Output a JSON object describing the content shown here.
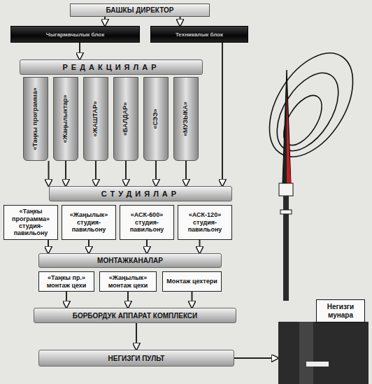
{
  "diagram": {
    "nodes": [
      {
        "text": [
          "БАШКЫ ДИРЕКТОР"
        ]
      },
      {
        "text": [
          "Чыгармачылык блок"
        ]
      },
      {
        "text": [
          "Техникалык блок"
        ]
      },
      {
        "text": [
          "РЕДАКЦИЯЛАР"
        ]
      },
      {
        "text": [
          "«Таңкы программа»"
        ]
      },
      {
        "text": [
          "«Жаңылыктар»"
        ]
      },
      {
        "text": [
          "«ЖАШТАР»"
        ]
      },
      {
        "text": [
          "«БАЛДАР»"
        ]
      },
      {
        "text": [
          "«СЭЭ»"
        ]
      },
      {
        "text": [
          "«МУЗЫКА»"
        ]
      },
      {
        "text": [
          "СТУДИЯЛАР"
        ]
      },
      {
        "text": [
          "«Таңкы программа» студия-павильону"
        ]
      },
      {
        "text": [
          "«Жаңылык» студия-павильону"
        ]
      },
      {
        "text": [
          "«АСК-600» студия-павильону"
        ]
      },
      {
        "text": [
          "«АСК-120» студия-павильону"
        ]
      },
      {
        "text": [
          "МОНТАЖКАНАЛАР"
        ]
      },
      {
        "text": [
          "«Таңкы пр.» монтаж цехи"
        ]
      },
      {
        "text": [
          "«Жаңылык» монтаж цехи"
        ]
      },
      {
        "text": [
          "Монтаж цехтери"
        ]
      },
      {
        "text": [
          "БОРБОРДУК АППАРАТ КОМПЛЕКСИ"
        ]
      },
      {
        "text": [
          "НЕГИЗГИ ПУЛЬТ"
        ]
      },
      {
        "text": [
          "Негизги мунара"
        ]
      }
    ],
    "edges": [
      {
        "from": 0,
        "to": 1,
        "arrow": "to"
      },
      {
        "from": 0,
        "to": 2,
        "arrow": "to"
      },
      {
        "from": 1,
        "to": 3,
        "arrow": "to"
      },
      {
        "from": 2,
        "to": 10,
        "arrow": "to"
      },
      {
        "from": 4,
        "to": 10,
        "arrow": "to"
      },
      {
        "from": 5,
        "to": 10,
        "arrow": "to"
      },
      {
        "from": 6,
        "to": 10,
        "arrow": "to"
      },
      {
        "from": 7,
        "to": 10,
        "arrow": "to"
      },
      {
        "from": 8,
        "to": 10,
        "arrow": "to"
      },
      {
        "from": 9,
        "to": 10,
        "arrow": "to"
      },
      {
        "from": 11,
        "to": 15,
        "arrow": "to"
      },
      {
        "from": 12,
        "to": 15,
        "arrow": "to"
      },
      {
        "from": 13,
        "to": 15,
        "arrow": "to"
      },
      {
        "from": 14,
        "to": 15,
        "arrow": "to"
      },
      {
        "from": 16,
        "to": 19,
        "arrow": "to"
      },
      {
        "from": 17,
        "to": 19,
        "arrow": "to"
      },
      {
        "from": 18,
        "to": 19,
        "arrow": "to"
      },
      {
        "from": 19,
        "to": 20,
        "arrow": "to"
      },
      {
        "from": 20,
        "to": 21,
        "arrow": "to"
      }
    ]
  }
}
